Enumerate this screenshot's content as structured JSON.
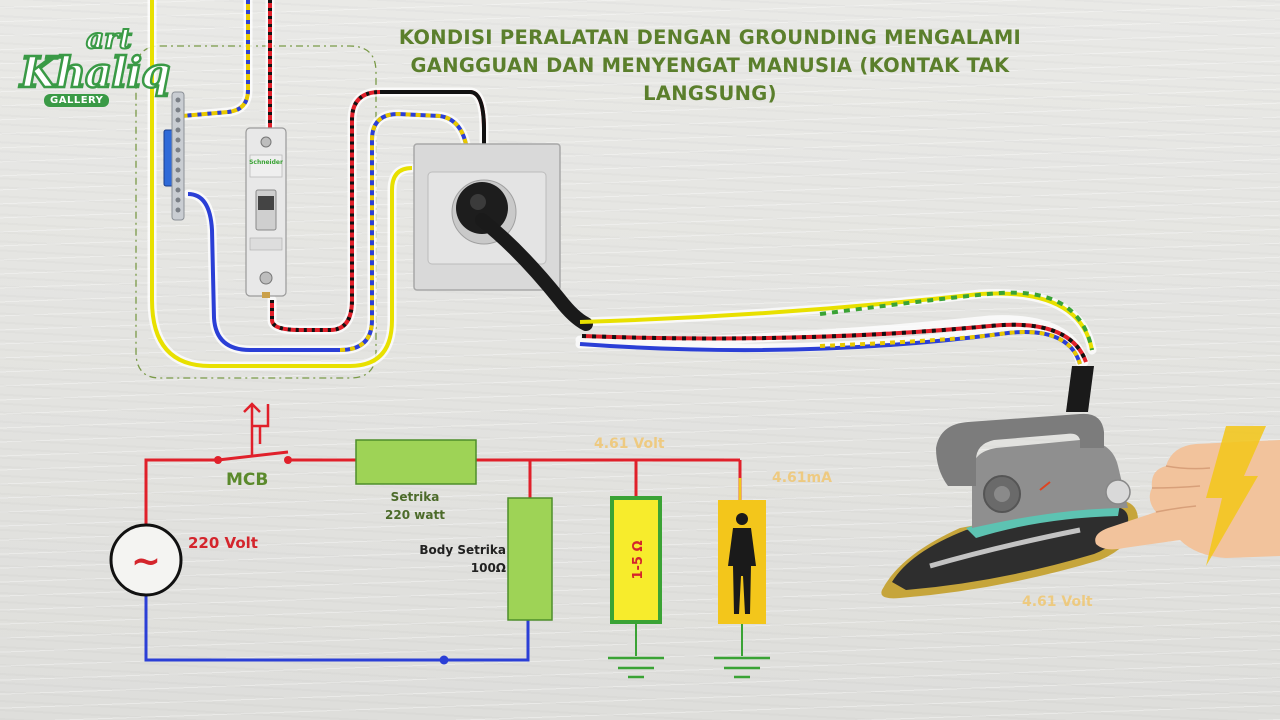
{
  "title": {
    "line1": "KONDISI PERALATAN DENGAN GROUNDING MENGALAMI",
    "line2": "GANGGUAN DAN MENYENGAT MANUSIA (KONTAK TAK",
    "line3": "LANGSUNG)"
  },
  "logo": {
    "art": "art",
    "name": "Khaliq",
    "gallery": "GALLERY"
  },
  "circuit": {
    "mcb_label": "MCB",
    "source_voltage": "220 Volt",
    "source_symbol": "~",
    "setrika_label": "Setrika",
    "setrika_power": "220 watt",
    "body_label": "Body Setrika",
    "body_resistance": "100Ω",
    "ground_resistance": "1-5 Ω",
    "voltage_reading_1": "4.61 Volt",
    "current_reading": "4.61mA",
    "voltage_reading_2": "4.61 Volt"
  },
  "device": {
    "breaker_brand": "Schneider"
  },
  "colors": {
    "title": "#5b7f2c",
    "phase_wire": "#e0202a",
    "neutral_wire": "#2b3fd6",
    "ground_wire": "#e8e000",
    "component_fill": "#9ed356",
    "resistor_yellow": "#f7ec2c",
    "person_box": "#f3c61b"
  },
  "icons": [
    "sine-source-icon",
    "switch-icon",
    "ground-icon",
    "person-silhouette-icon",
    "lightning-icon",
    "hand-icon",
    "iron-icon",
    "socket-icon",
    "breaker-icon"
  ]
}
